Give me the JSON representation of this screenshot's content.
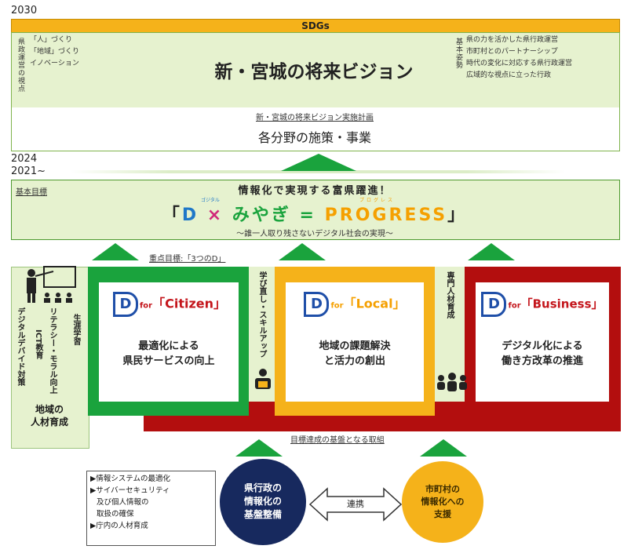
{
  "years": {
    "y2030": "2030",
    "y2024": "2024",
    "y2021": "2021~"
  },
  "sdgs": {
    "label": "SDGs"
  },
  "vision": {
    "title": "新・宮城の将来ビジョン",
    "left_vertical": "県政運営の視点",
    "left_items": [
      "「人」づくり",
      "「地域」づくり",
      "イノベーション"
    ],
    "right_vertical": "基本姿勢",
    "right_items": [
      "県の力を活かした県行政運営",
      "市町村とのパートナーシップ",
      "時代の変化に対応する県行政運営",
      "広域的な視点に立った行政"
    ]
  },
  "plan": {
    "subtitle": "新・宮城の将来ビジョン実施計画",
    "main": "各分野の施策・事業"
  },
  "goal": {
    "label": "基本目標",
    "heading": "情報化で実現する富県躍進！",
    "slogan_open": "「",
    "slogan_d": "D",
    "slogan_x": " × ",
    "slogan_miyagi": "みやぎ",
    "slogan_eq": " = ",
    "slogan_progress": "PROGRESS",
    "slogan_close": "」",
    "ruby_d": "ゴジタル",
    "ruby_progress": "プログレス",
    "subtitle": "～誰一人取り残さないデジタル社会の実現～"
  },
  "focus": {
    "title": "重点目標:「3つのD」",
    "cards": [
      {
        "for": "for",
        "name": "「Citizen」",
        "desc_line1": "最適化による",
        "desc_line2": "県民サービスの向上"
      },
      {
        "for": "for",
        "name": "「Local」",
        "desc_line1": "地域の課題解決",
        "desc_line2": "と活力の創出"
      },
      {
        "for": "for",
        "name": "「Business」",
        "desc_line1": "デジタル化による",
        "desc_line2": "働き方改革の推進"
      }
    ],
    "side_texts": {
      "digital_divide": "デジタルデバイド対策",
      "ict": "ICT教育",
      "literacy": "リテラシー・モラル向上",
      "lifelong": "生涯学習",
      "relearn": "学び直し・スキルアップ",
      "specialist": "専門人材育成"
    },
    "regional": {
      "line1": "地域の",
      "line2": "人材育成"
    }
  },
  "foundation": {
    "title": "目標達成の基盤となる取組",
    "list": [
      "▶情報システムの最適化",
      "▶サイバーセキュリティ",
      "及び個人情報の",
      "取扱の確保",
      "▶庁内の人材育成"
    ],
    "blue_circle": [
      "県行政の",
      "情報化の",
      "基盤整備"
    ],
    "arrow_label": "連携",
    "yellow_circle": [
      "市町村の",
      "情報化への",
      "支援"
    ]
  },
  "colors": {
    "green": "#1aa33d",
    "yellow": "#f5b21a",
    "red": "#b30e0e",
    "navy": "#17295e",
    "light_green": "#e6f2cf"
  }
}
